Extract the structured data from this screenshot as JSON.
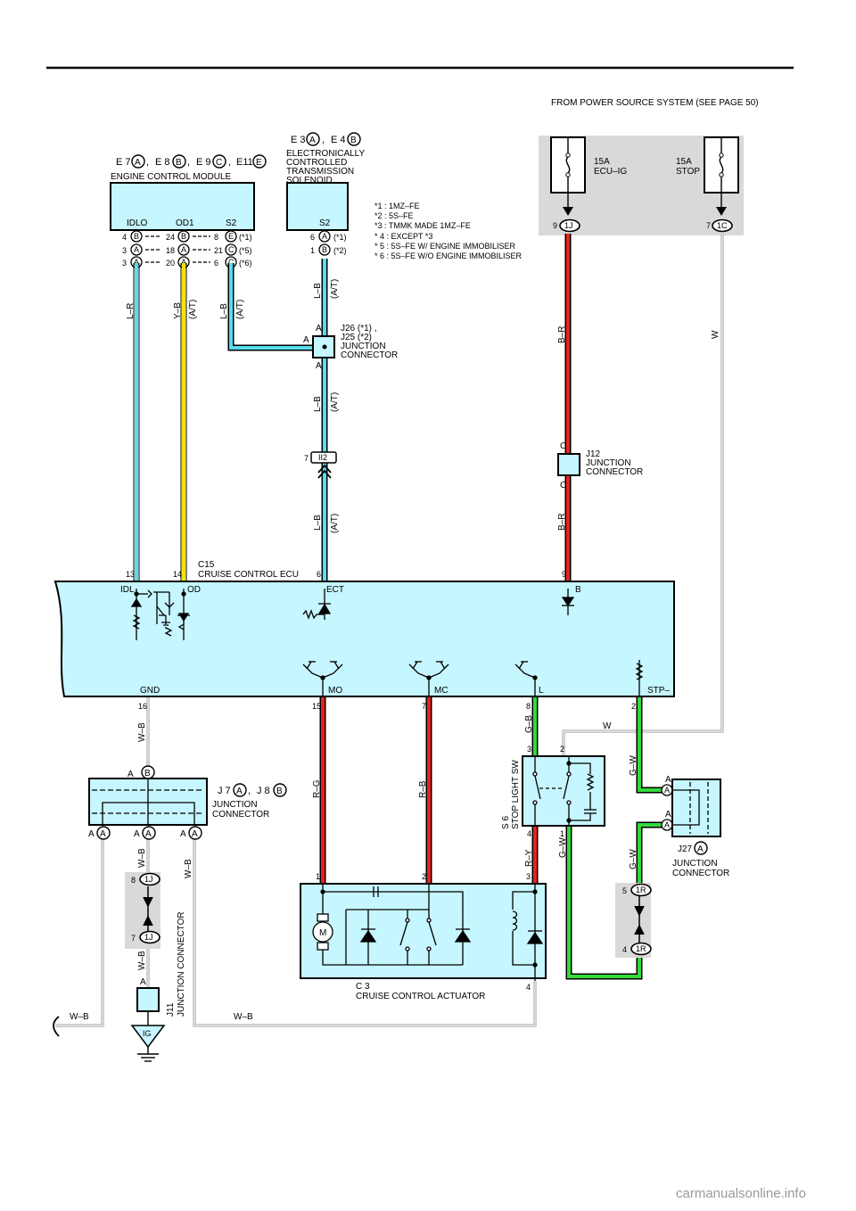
{
  "power_source": "FROM POWER SOURCE SYSTEM (SEE PAGE 50)",
  "fuses": [
    {
      "line1": "15A",
      "line2": "ECU–IG",
      "pin": "9",
      "connector": "1J"
    },
    {
      "line1": "15A",
      "line2": "STOP",
      "pin": "7",
      "connector": "1C"
    }
  ],
  "ecm": {
    "refs": [
      "E 7",
      "A",
      ",",
      "E 8",
      "B",
      ",",
      "E 9",
      "C",
      ",",
      "E11",
      "E"
    ],
    "title": "ENGINE CONTROL MODULE",
    "terminals": [
      "IDLO",
      "OD1",
      "S2"
    ],
    "pins": [
      {
        "a": "4",
        "ac": "B",
        "b": "24",
        "bc": "B",
        "c": "8",
        "cc": "E",
        "note": "(*1)"
      },
      {
        "a": "3",
        "ac": "A",
        "b": "18",
        "bc": "A",
        "c": "21",
        "cc": "C",
        "note": "(*5)"
      },
      {
        "a": "3",
        "ac": "A",
        "b": "20",
        "bc": "A",
        "c": "6",
        "cc": "C",
        "note": "(*6)"
      }
    ]
  },
  "solenoid": {
    "refs": [
      "E 3",
      "A",
      ",",
      "E 4",
      "B"
    ],
    "title": [
      "ELECTRONICALLY",
      "CONTROLLED",
      "TRANSMISSION",
      "SOLENOID"
    ],
    "terminal": "S2",
    "pins": [
      {
        "pin": "6",
        "c": "A",
        "note": "(*1)"
      },
      {
        "pin": "1",
        "c": "B",
        "note": "(*2)"
      }
    ]
  },
  "notes": [
    "*1 : 1MZ–FE",
    "*2 : 5S–FE",
    "*3 : TMMK MADE 1MZ–FE",
    "* 4 : EXCEPT *3",
    "* 5 : 5S–FE W/ ENGINE IMMOBILISER",
    "* 6 : 5S–FE W/O ENGINE IMMOBILISER"
  ],
  "wire_labels": {
    "lr": "L–R",
    "yb": "Y–B",
    "lb": "L–B",
    "at": "(A/T)",
    "br": "B–R",
    "w": "W",
    "wb": "W–B",
    "gb": "G–B",
    "gw": "G–W",
    "rg": "R–G",
    "rb": "R–B",
    "ry": "R–Y"
  },
  "j26": {
    "a_top": "A",
    "a_left": "A",
    "a_bottom": "A",
    "lines": [
      "J26  (*1)  ,",
      "J25  (*2)",
      "JUNCTION",
      "CONNECTOR"
    ]
  },
  "ii2": {
    "pin": "7",
    "code": "II2"
  },
  "j12": {
    "c": "C",
    "lines": [
      "J12",
      "JUNCTION",
      "CONNECTOR"
    ]
  },
  "ecu": {
    "ref": "C15",
    "title": "CRUISE CONTROL ECU",
    "top_pins": [
      "13",
      "14",
      "6",
      "9"
    ],
    "top_terms": [
      "IDL",
      "OD",
      "ECT",
      "B"
    ],
    "bottom_terms": [
      "GND",
      "MO",
      "MC",
      "L",
      "STP–"
    ],
    "bottom_pins": [
      "16",
      "15",
      "7",
      "8",
      "2"
    ]
  },
  "j7": {
    "refs": [
      "J 7",
      "A",
      ",",
      "J 8",
      "B"
    ],
    "lines": [
      "JUNCTION",
      "CONNECTOR"
    ],
    "top": [
      "A",
      "B"
    ],
    "bottom": [
      "A",
      "A",
      "A",
      "A",
      "A",
      "A"
    ]
  },
  "c1j": {
    "upper": [
      "8",
      "1J"
    ],
    "lower": [
      "7",
      "1J"
    ]
  },
  "j11": {
    "a": "A",
    "lines": [
      "J11",
      "JUNCTION CONNECTOR"
    ],
    "ground": "IG"
  },
  "stoplight": {
    "ref": "S 6",
    "title": "STOP LIGHT SW",
    "pins": [
      "3",
      "2",
      "4",
      "1"
    ]
  },
  "actuator": {
    "ref": "C 3",
    "title": "CRUISE CONTROL ACTUATOR",
    "pins": [
      "1",
      "2",
      "3",
      "4"
    ],
    "motor": "M"
  },
  "j27": {
    "a1": "A",
    "a2": "A",
    "lines": [
      "JUNCTION",
      "CONNECTOR"
    ],
    "ref": "J27",
    "refc": "A"
  },
  "c1r": {
    "upper": [
      "5",
      "1R"
    ],
    "lower": [
      "4",
      "1R"
    ]
  },
  "watermark": "carmanualsonline.info",
  "colors": {
    "cyan": "#55dded",
    "yellow": "#f2e600",
    "red": "#e8231f",
    "green": "#34d93a",
    "box": "#c6f6ff",
    "shade": "#d9d9d9"
  }
}
